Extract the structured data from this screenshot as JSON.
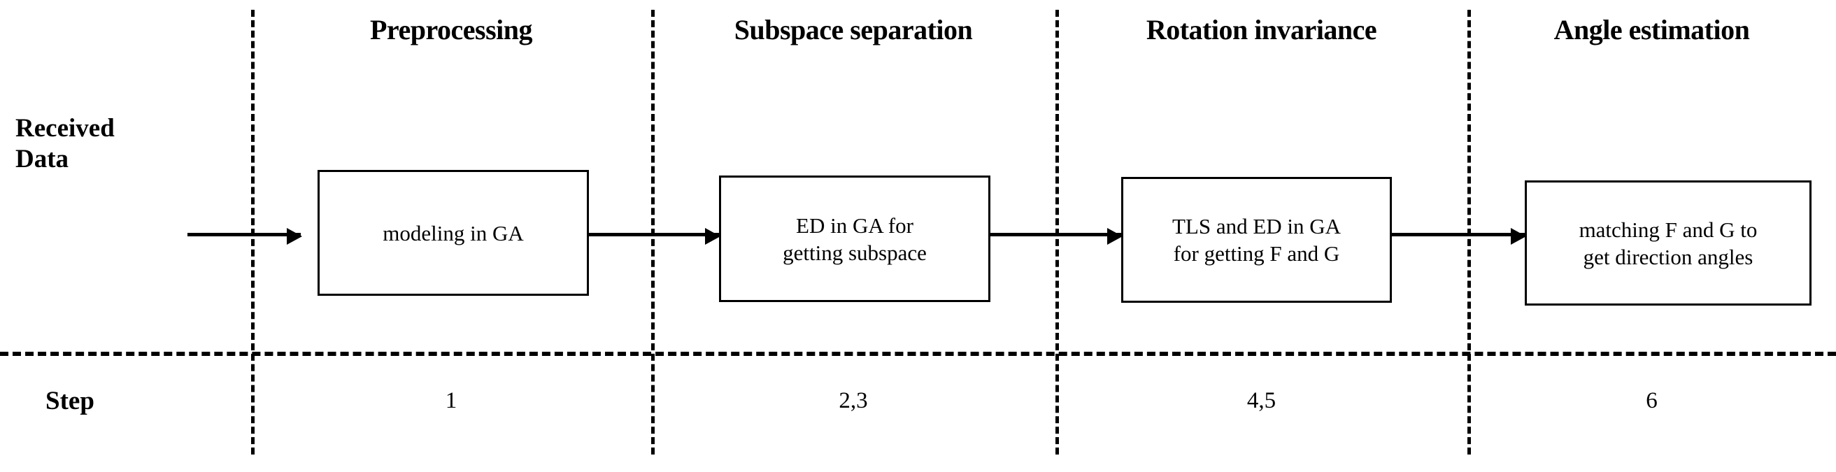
{
  "diagram": {
    "row_labels": {
      "received_data_line1": "Received",
      "received_data_line2": "Data",
      "step": "Step"
    },
    "stages": [
      {
        "title": "Preprocessing",
        "box_line1": "modeling  in GA",
        "box_line2": "",
        "step": "1"
      },
      {
        "title": "Subspace separation",
        "box_line1": "ED in GA for",
        "box_line2": "getting subspace",
        "step": "2,3"
      },
      {
        "title": "Rotation invariance",
        "box_line1": "TLS and ED in GA",
        "box_line2": "for getting F and G",
        "step": "4,5"
      },
      {
        "title": "Angle estimation",
        "box_line1": "matching F and G to",
        "box_line2": "get direction angles",
        "step": "6"
      }
    ],
    "colors": {
      "line": "#000000",
      "background": "#ffffff"
    }
  }
}
